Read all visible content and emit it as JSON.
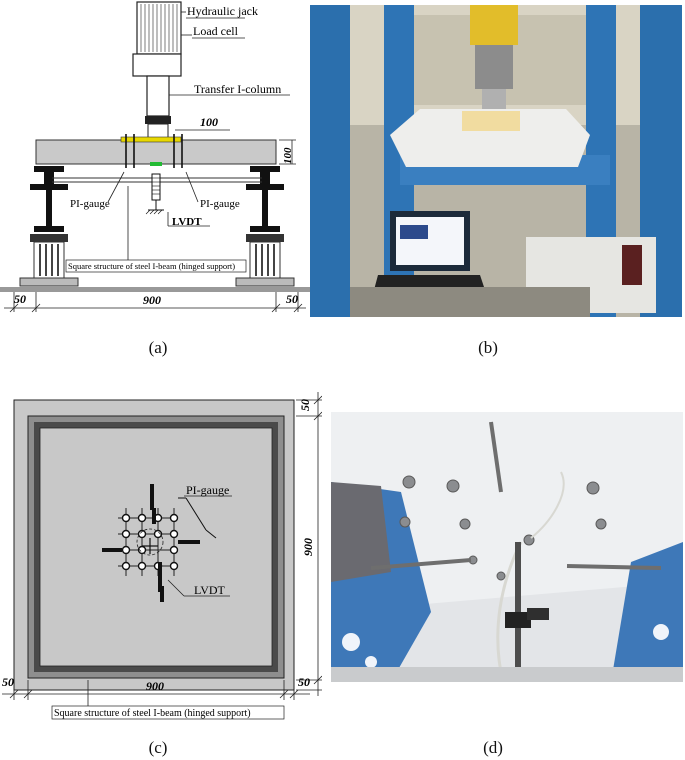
{
  "panel_a": {
    "labels": {
      "hydraulic_jack": "Hydraulic jack",
      "load_cell": "Load cell",
      "transfer_column": "Transfer I-column",
      "dim_100_top": "100",
      "dim_100_side": "100",
      "pi_gauge_left": "PI-gauge",
      "pi_gauge_right": "PI-gauge",
      "lvdt": "LVDT",
      "support": "Square structure of steel I-beam (hinged support)",
      "dim_50_left": "50",
      "dim_900": "900",
      "dim_50_right": "50"
    },
    "caption": "(a)"
  },
  "panel_b": {
    "caption": "(b)"
  },
  "panel_c": {
    "labels": {
      "dim_50_top": "50",
      "dim_900_side": "900",
      "pi_gauge": "PI-gauge",
      "lvdt": "LVDT",
      "dim_50_left": "50",
      "dim_900": "900",
      "dim_50_right": "50",
      "support": "Square structure of steel I-beam  (hinged support)"
    },
    "caption": "(c)"
  },
  "panel_d": {
    "caption": "(d)"
  }
}
